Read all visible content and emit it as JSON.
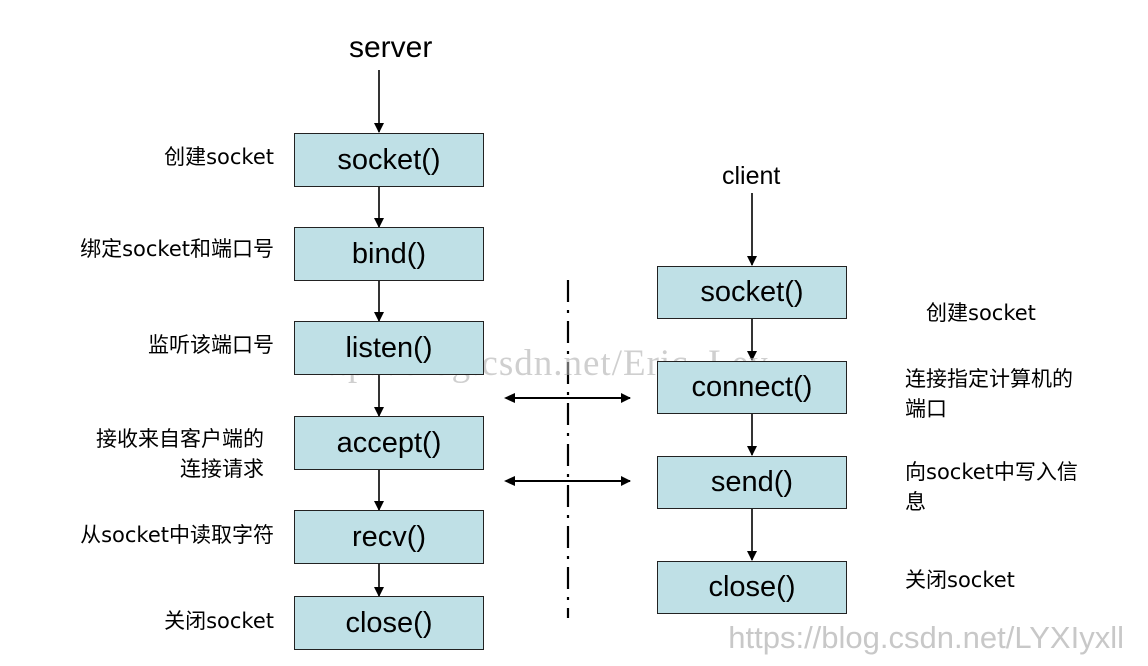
{
  "server": {
    "title": "server",
    "steps": [
      {
        "label": "socket()",
        "note": "创建socket"
      },
      {
        "label": "bind()",
        "note": "绑定socket和端口号"
      },
      {
        "label": "listen()",
        "note": "监听该端口号"
      },
      {
        "label": "accept()",
        "note_line1": "接收来自客户端的",
        "note_line2": "连接请求"
      },
      {
        "label": "recv()",
        "note": "从socket中读取字符"
      },
      {
        "label": "close()",
        "note": "关闭socket"
      }
    ]
  },
  "client": {
    "title": "client",
    "steps": [
      {
        "label": "socket()",
        "note": "创建socket"
      },
      {
        "label": "connect()",
        "note_line1": "连接指定计算机的",
        "note_line2": "端口"
      },
      {
        "label": "send()",
        "note_line1": "向socket中写入信",
        "note_line2": "息"
      },
      {
        "label": "close()",
        "note": "关闭socket"
      }
    ]
  },
  "watermarks": {
    "center": "http://blog.csdn.net/Eric_Ley",
    "corner": "https://blog.csdn.net/LYXIyxll"
  },
  "colors": {
    "box_fill": "#bfe0e6",
    "line": "#000000"
  }
}
